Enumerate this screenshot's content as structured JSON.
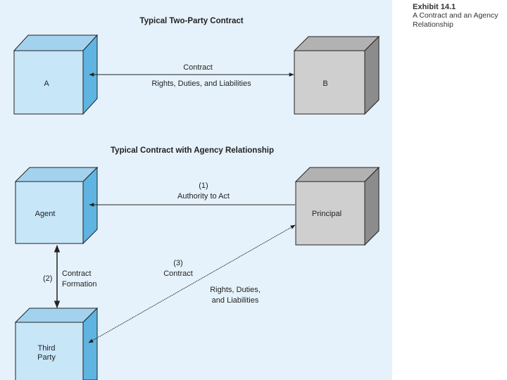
{
  "section_one": {
    "title": "Typical Two-Party Contract",
    "party_a": "A",
    "party_b": "B",
    "arrow_label_top": "Contract",
    "arrow_label_bottom": "Rights, Duties, and Liabilities"
  },
  "section_two": {
    "title": "Typical Contract with Agency Relationship",
    "agent": "Agent",
    "principal": "Principal",
    "third_party_line1": "Third",
    "third_party_line2": "Party",
    "authority": {
      "number": "(1)",
      "label": "Authority to Act"
    },
    "formation": {
      "number": "(2)",
      "line1": "Contract",
      "line2": "Formation"
    },
    "contract3": {
      "number": "(3)",
      "label": "Contract"
    },
    "rights": {
      "line1": "Rights, Duties,",
      "line2": "and Liabilities"
    }
  },
  "exhibit": {
    "number": "Exhibit 14.1",
    "caption_line1": "A Contract and an Agency",
    "caption_line2": "Relationship"
  },
  "colors": {
    "panel_bg": "#e6f2fb",
    "blue_front": "#c7e6f8",
    "blue_top": "#a3d2ef",
    "blue_side": "#5fb4e2",
    "gray_front": "#cfcfcf",
    "gray_top": "#b2b2b2",
    "gray_side": "#8c8c8c",
    "line": "#222222"
  }
}
